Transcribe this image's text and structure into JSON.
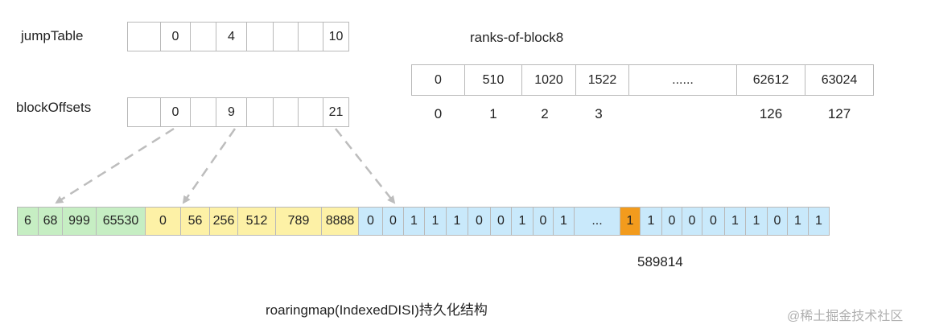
{
  "jump_table": {
    "label": "jumpTable",
    "cells": [
      "",
      "0",
      "",
      "4",
      "",
      "",
      "",
      "10"
    ]
  },
  "block_offsets": {
    "label": "blockOffsets",
    "cells": [
      "",
      "0",
      "",
      "9",
      "",
      "",
      "",
      "21"
    ]
  },
  "ranks_of_block8": {
    "title": "ranks-of-block8",
    "cells": [
      "0",
      "510",
      "1020",
      "1522",
      "......",
      "62612",
      "63024"
    ],
    "indices": [
      "0",
      "1",
      "2",
      "3",
      "",
      "126",
      "127"
    ]
  },
  "storage_row": {
    "blocks": [
      {
        "value": "6",
        "type": "array-a"
      },
      {
        "value": "68",
        "type": "array-a"
      },
      {
        "value": "999",
        "type": "array-a"
      },
      {
        "value": "65530",
        "type": "array-a"
      },
      {
        "value": "0",
        "type": "array-b"
      },
      {
        "value": "56",
        "type": "array-b"
      },
      {
        "value": "256",
        "type": "array-b"
      },
      {
        "value": "512",
        "type": "array-b"
      },
      {
        "value": "789",
        "type": "array-b"
      },
      {
        "value": "8888",
        "type": "array-b"
      },
      {
        "value": "0",
        "type": "bitmap"
      },
      {
        "value": "0",
        "type": "bitmap"
      },
      {
        "value": "1",
        "type": "bitmap"
      },
      {
        "value": "1",
        "type": "bitmap"
      },
      {
        "value": "1",
        "type": "bitmap"
      },
      {
        "value": "0",
        "type": "bitmap"
      },
      {
        "value": "0",
        "type": "bitmap"
      },
      {
        "value": "1",
        "type": "bitmap"
      },
      {
        "value": "0",
        "type": "bitmap"
      },
      {
        "value": "1",
        "type": "bitmap"
      },
      {
        "value": "...",
        "type": "bitmap"
      },
      {
        "value": "1",
        "type": "highlight"
      },
      {
        "value": "1",
        "type": "bitmap"
      },
      {
        "value": "0",
        "type": "bitmap"
      },
      {
        "value": "0",
        "type": "bitmap"
      },
      {
        "value": "0",
        "type": "bitmap"
      },
      {
        "value": "1",
        "type": "bitmap"
      },
      {
        "value": "1",
        "type": "bitmap"
      },
      {
        "value": "0",
        "type": "bitmap"
      },
      {
        "value": "1",
        "type": "bitmap"
      },
      {
        "value": "1",
        "type": "bitmap"
      }
    ],
    "highlight_label": "589814"
  },
  "caption": "roaringmap(IndexedDISI)持久化结构",
  "watermark": "@稀土掘金技术社区",
  "colors": {
    "array-a": "#c6eec3",
    "array-b": "#fdf1a6",
    "bitmap": "#c9e9fb",
    "highlight": "#f29b1d",
    "arrow": "#bdbdbd"
  }
}
